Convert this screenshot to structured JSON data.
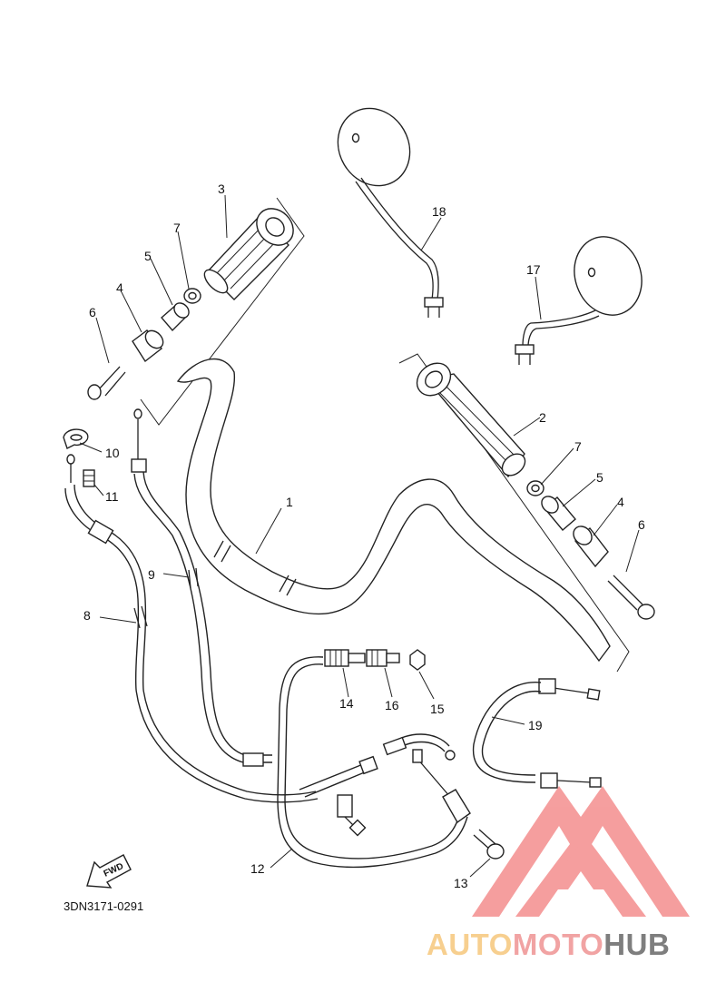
{
  "diagram": {
    "code": "3DN3171-0291",
    "fwd_label": "FWD",
    "callouts": {
      "c1": "1",
      "c2": "2",
      "c3": "3",
      "c4a": "4",
      "c4b": "4",
      "c5a": "5",
      "c5b": "5",
      "c6a": "6",
      "c6b": "6",
      "c7a": "7",
      "c7b": "7",
      "c8": "8",
      "c9": "9",
      "c10": "10",
      "c11": "11",
      "c12": "12",
      "c13": "13",
      "c14": "14",
      "c15": "15",
      "c16": "16",
      "c17": "17",
      "c18": "18",
      "c19": "19"
    }
  },
  "watermark": {
    "part1": "AUTO",
    "part2": "MOTO",
    "part3": "HUB",
    "colors": {
      "part1": "#f7cf8f",
      "part2": "#f1a3a3",
      "part3": "#7e7e7e",
      "logo": "#f06b6b"
    }
  }
}
